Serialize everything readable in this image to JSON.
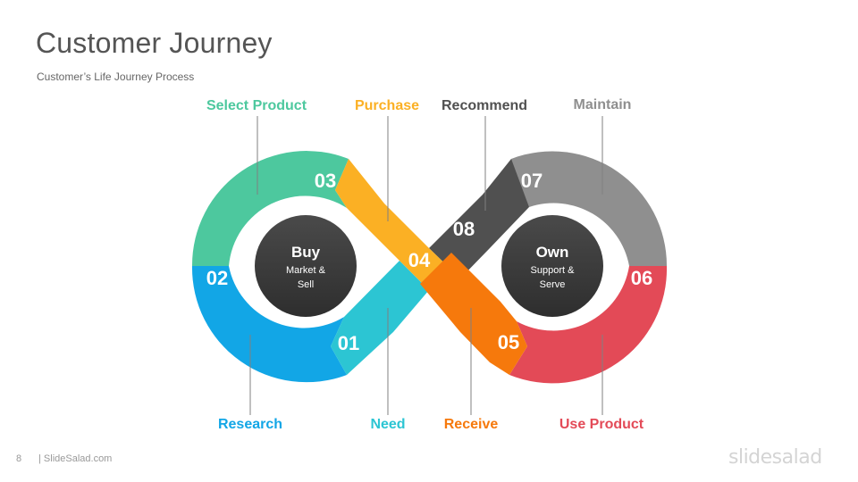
{
  "title": "Customer Journey",
  "subtitle": "Customer’s Life Journey Process",
  "colors": {
    "green": "#4dc89e",
    "blue": "#12a6e6",
    "teal": "#2cc5d3",
    "yellow": "#fbb024",
    "orange": "#f6790c",
    "red": "#e34a57",
    "gray": "#8f8f8f",
    "dark": "#505050",
    "circle": "#3a3a3a"
  },
  "hubs": {
    "left": {
      "title": "Buy",
      "line1": "Market &",
      "line2": "Sell"
    },
    "right": {
      "title": "Own",
      "line1": "Support &",
      "line2": "Serve"
    }
  },
  "segments": {
    "s01": {
      "number": "01",
      "label": "Need"
    },
    "s02": {
      "number": "02",
      "label": "Research"
    },
    "s03": {
      "number": "03",
      "label": "Select Product"
    },
    "s04": {
      "number": "04",
      "label": "Purchase"
    },
    "s05": {
      "number": "05",
      "label": "Receive"
    },
    "s06": {
      "number": "06",
      "label": "Use Product"
    },
    "s07": {
      "number": "07",
      "label": "Maintain"
    },
    "s08": {
      "number": "08",
      "label": "Recommend"
    }
  },
  "footer": {
    "page_number": "8",
    "source": "| SlideSalad.com",
    "brand": "slidesalad"
  }
}
